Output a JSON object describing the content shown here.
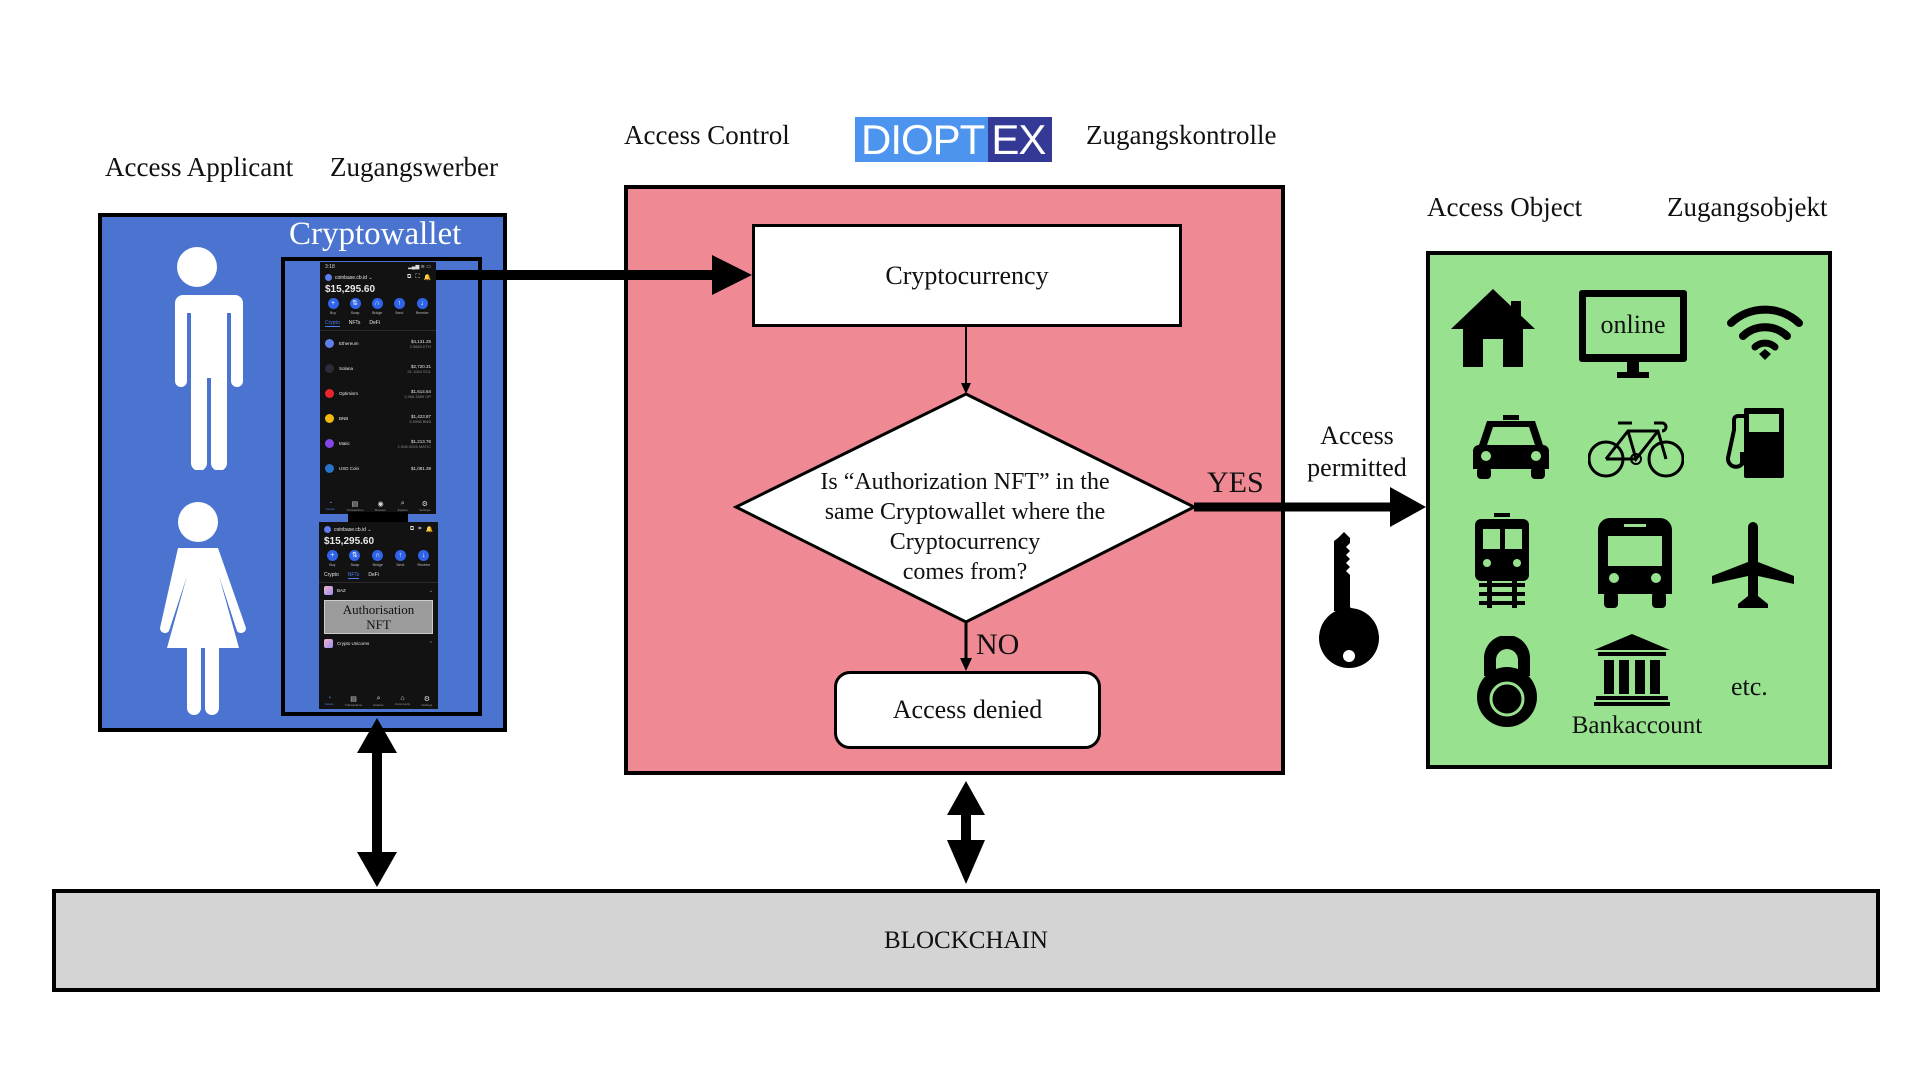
{
  "applicant": {
    "title_en": "Access Applicant",
    "title_de": "Zugangswerber",
    "wallet_title": "Cryptowallet",
    "figures": [
      "man-icon",
      "woman-icon"
    ]
  },
  "wallet_top": {
    "time": "3:18",
    "status_icons": "▂▄▆ ≋ ▭",
    "account": "coinbase.cb.id ⌄",
    "header_icons": [
      "⧉",
      "⛶",
      "🔔"
    ],
    "balance": "$15,295.60",
    "actions": [
      {
        "glyph": "+",
        "label": "Buy"
      },
      {
        "glyph": "⇅",
        "label": "Swap"
      },
      {
        "glyph": "∩",
        "label": "Bridge"
      },
      {
        "glyph": "↑",
        "label": "Send"
      },
      {
        "glyph": "↓",
        "label": "Receive"
      }
    ],
    "tabs": [
      "Crypto",
      "NFTs",
      "DeFi"
    ],
    "active_tab": "Crypto",
    "assets": [
      {
        "name": "Ethereum",
        "value": "$4,131.25",
        "amount": "2.5683 ETH",
        "color": "#627eea"
      },
      {
        "name": "Solana",
        "value": "$2,720.31",
        "amount": "91.1064 SOL",
        "color": "#2b2b3a"
      },
      {
        "name": "Optimism",
        "value": "$1,614.64",
        "amount": "1,368.3389 OP",
        "color": "#e8262c"
      },
      {
        "name": "BNB",
        "value": "$1,423.87",
        "amount": "5.0998 BNB",
        "color": "#f0b90b"
      },
      {
        "name": "Matic",
        "value": "$1,213.76",
        "amount": "1,596.0026 MATIC",
        "color": "#8247e5"
      },
      {
        "name": "USD Coin",
        "value": "$1,081.39",
        "amount": "",
        "color": "#2775ca"
      }
    ],
    "nav": [
      {
        "glyph": "◔",
        "label": "Assets",
        "active": true
      },
      {
        "glyph": "▤",
        "label": "Transactions"
      },
      {
        "glyph": "◉",
        "label": "Browser"
      },
      {
        "glyph": "⌕",
        "label": "Explore"
      },
      {
        "glyph": "⚙",
        "label": "Settings"
      }
    ]
  },
  "wallet_bottom": {
    "account": "coinbase.cb.id ⌄",
    "header_icons": [
      "⧉",
      "⌗",
      "🔔"
    ],
    "balance": "$15,295.60",
    "actions": [
      {
        "glyph": "+",
        "label": "Buy"
      },
      {
        "glyph": "⇅",
        "label": "Swap"
      },
      {
        "glyph": "∩",
        "label": "Bridge"
      },
      {
        "glyph": "↑",
        "label": "Send"
      },
      {
        "glyph": "↓",
        "label": "Receive"
      }
    ],
    "tabs": [
      "Crypto",
      "NFTs",
      "DeFi"
    ],
    "active_tab": "NFTs",
    "nft_collections": [
      {
        "name": "BAZ",
        "chevron": "⌄"
      },
      {
        "name": "Crypto Unicorns",
        "chevron": "⌃"
      }
    ],
    "auth_nft_line1": "Authorisation",
    "auth_nft_line2": "NFT",
    "nav": [
      {
        "glyph": "◔",
        "label": "Assets",
        "active": true
      },
      {
        "glyph": "▤",
        "label": "Transactions"
      },
      {
        "glyph": "⌕",
        "label": "Explore"
      },
      {
        "glyph": "⌂",
        "label": "Community"
      },
      {
        "glyph": "⚙",
        "label": "Settings"
      }
    ]
  },
  "control": {
    "title_en": "Access Control",
    "title_de": "Zugangskontrolle",
    "logo_part1": "DIOPT",
    "logo_part2": "EX",
    "crypto_box": "Cryptocurrency",
    "decision": [
      "Is “Authorization NFT” in the",
      "same Cryptowallet where the",
      "Cryptocurrency",
      "comes from?"
    ],
    "yes_label": "YES",
    "no_label": "NO",
    "denied": "Access denied"
  },
  "permitted": {
    "line1": "Access",
    "line2": "permitted"
  },
  "object": {
    "title_en": "Access Object",
    "title_de": "Zugangsobjekt",
    "icons": [
      {
        "name": "house-icon"
      },
      {
        "name": "monitor-icon",
        "text": "online"
      },
      {
        "name": "wifi-icon"
      },
      {
        "name": "taxi-icon"
      },
      {
        "name": "bicycle-icon"
      },
      {
        "name": "fuel-pump-icon"
      },
      {
        "name": "train-icon"
      },
      {
        "name": "bus-icon"
      },
      {
        "name": "airplane-icon"
      },
      {
        "name": "padlock-icon"
      },
      {
        "name": "bank-icon",
        "text": "Bankaccount"
      },
      {
        "name": "etc-label",
        "text": "etc."
      }
    ]
  },
  "blockchain": {
    "label": "BLOCKCHAIN"
  },
  "colors": {
    "applicant_bg": "#4a74cf",
    "control_bg": "#ef8a95",
    "object_bg": "#98e18f",
    "blockchain_bg": "#d4d4d4",
    "logo_light": "#4d94ef",
    "logo_dark": "#343996"
  }
}
